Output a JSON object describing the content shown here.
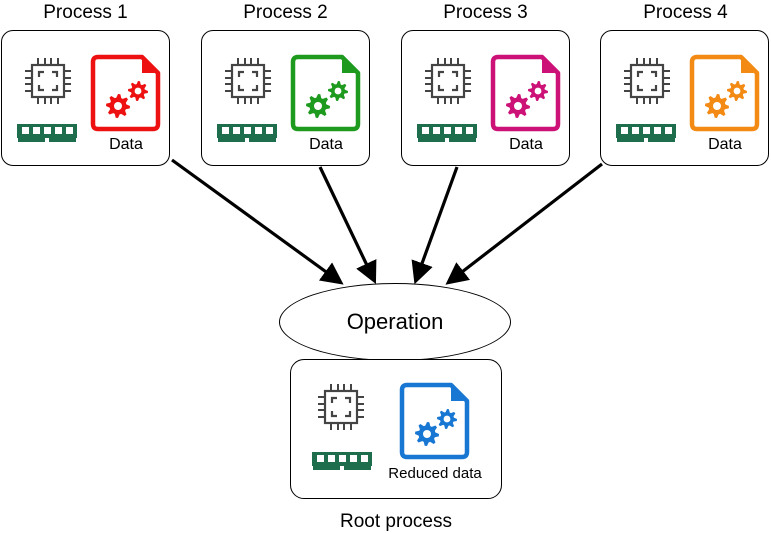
{
  "processes": [
    {
      "title": "Process 1",
      "data_label": "Data",
      "color": "#ee1111"
    },
    {
      "title": "Process 2",
      "data_label": "Data",
      "color": "#1e9a1e"
    },
    {
      "title": "Process 3",
      "data_label": "Data",
      "color": "#cc1177"
    },
    {
      "title": "Process 4",
      "data_label": "Data",
      "color": "#f28a14"
    }
  ],
  "operation": {
    "label": "Operation"
  },
  "root": {
    "title": "Root process",
    "data_label": "Reduced data",
    "color": "#1877d2"
  },
  "icons": {
    "processor": "cpu-chip-icon",
    "memory": "ram-module-icon",
    "data": "gear-document-icon"
  },
  "colors": {
    "cpu_gray": "#444444",
    "ram_green": "#1e6e4e"
  }
}
